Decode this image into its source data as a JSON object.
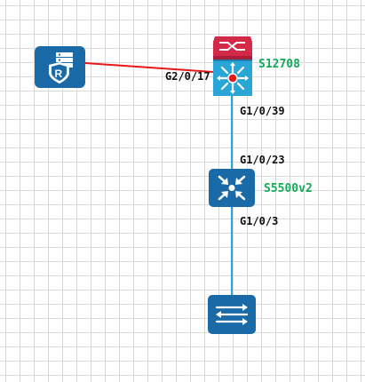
{
  "colors": {
    "device_blue": "#1a6aa8",
    "link_red": "#e81818",
    "link_blue": "#2aa6d6",
    "hostname_green": "#17a85a",
    "core_red": "#d42a4a"
  },
  "nodes": {
    "server": {
      "icon": "server-icon"
    },
    "core": {
      "hostname": "S12708",
      "icon": "core-switch-icon"
    },
    "aggregation": {
      "hostname": "S5500v2",
      "icon": "aggregation-switch-icon"
    },
    "access": {
      "icon": "access-switch-icon"
    }
  },
  "links": {
    "server_core": {
      "port_core": "G2/0/17"
    },
    "core_aggregation": {
      "port_core": "G1/0/39",
      "port_aggregation": "G1/0/23"
    },
    "aggregation_access": {
      "port_aggregation": "G1/0/3"
    }
  }
}
